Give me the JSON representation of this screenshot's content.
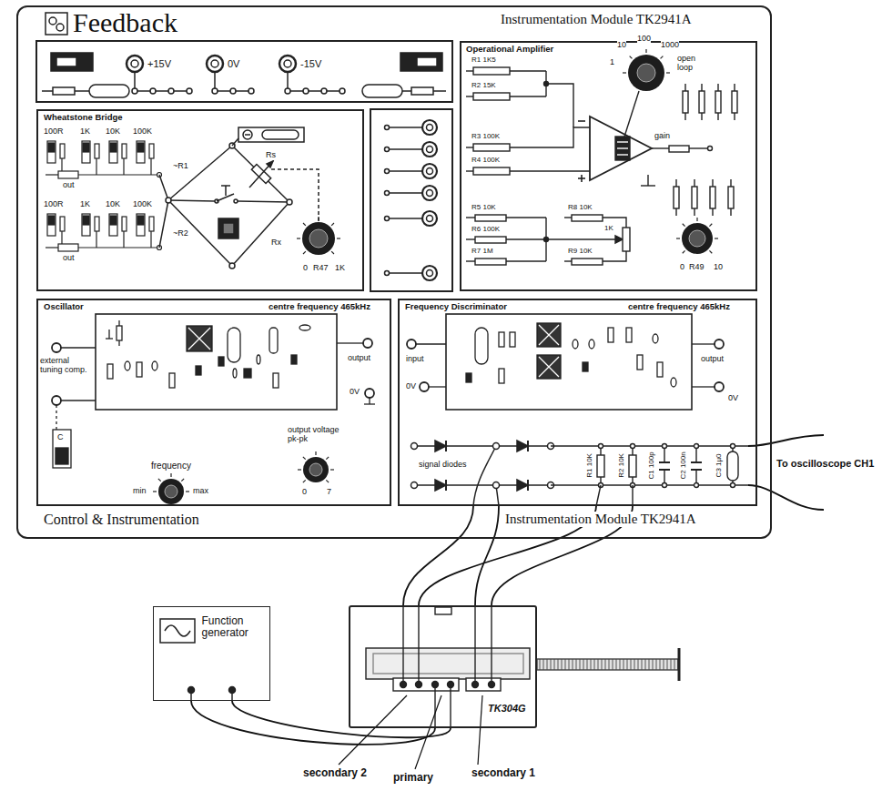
{
  "diagram": {
    "nodes": [
      {
        "text": [
          "Feedback",
          "Instrumentation Module TK2941A",
          "Control & Instrumentation",
          "Instrumentation Module TK2941A"
        ]
      },
      {
        "text": [
          "Wheatstone Bridge"
        ],
        "in": 0
      },
      {
        "text": [
          "Operational Amplifier"
        ],
        "in": 0
      },
      {
        "text": [
          "Oscillator",
          "centre frequency 465kHz"
        ],
        "in": 0
      },
      {
        "text": [
          "Frequency Discriminator",
          "centre frequency 465kHz"
        ],
        "in": 0
      },
      {
        "text": [
          "Function generator"
        ]
      },
      {
        "text": [
          "TK304G"
        ]
      }
    ],
    "edges": [
      {
        "from": 4,
        "to": 6,
        "arrow": "none"
      },
      {
        "from": 4,
        "to": 6,
        "arrow": "none"
      },
      {
        "from": 4,
        "to": 6,
        "arrow": "none"
      },
      {
        "from": 4,
        "to": 6,
        "arrow": "none"
      },
      {
        "from": 5,
        "to": 6,
        "arrow": "none"
      },
      {
        "from": 5,
        "to": 6,
        "arrow": "none"
      }
    ],
    "labels": [
      "+15V",
      "0V",
      "-15V",
      "100R",
      "1K",
      "10K",
      "100K",
      "out",
      "100R",
      "1K",
      "10K",
      "100K",
      "out",
      "~R1",
      "~R2",
      "Rs",
      "Rx",
      "0",
      "R47",
      "1K",
      "R1 1K5",
      "R2 15K",
      "R3 100K",
      "R4 100K",
      "1",
      "10",
      "100",
      "1000",
      "open loop",
      "gain",
      "R5 10K",
      "R6 100K",
      "R7 1M",
      "R8 10K",
      "R9 10K",
      "1K",
      "0",
      "R49",
      "10",
      "external tuning comp.",
      "C",
      "frequency",
      "min",
      "max",
      "output",
      "0V",
      "output voltage pk-pk",
      "0",
      "7",
      "input",
      "0V",
      "output",
      "0V",
      "signal diodes",
      "R1 10K",
      "R2 10K",
      "C1 100p",
      "C2 100n",
      "C3 1µ0",
      "To oscilloscope CH1",
      "secondary 2",
      "primary",
      "secondary 1"
    ]
  }
}
